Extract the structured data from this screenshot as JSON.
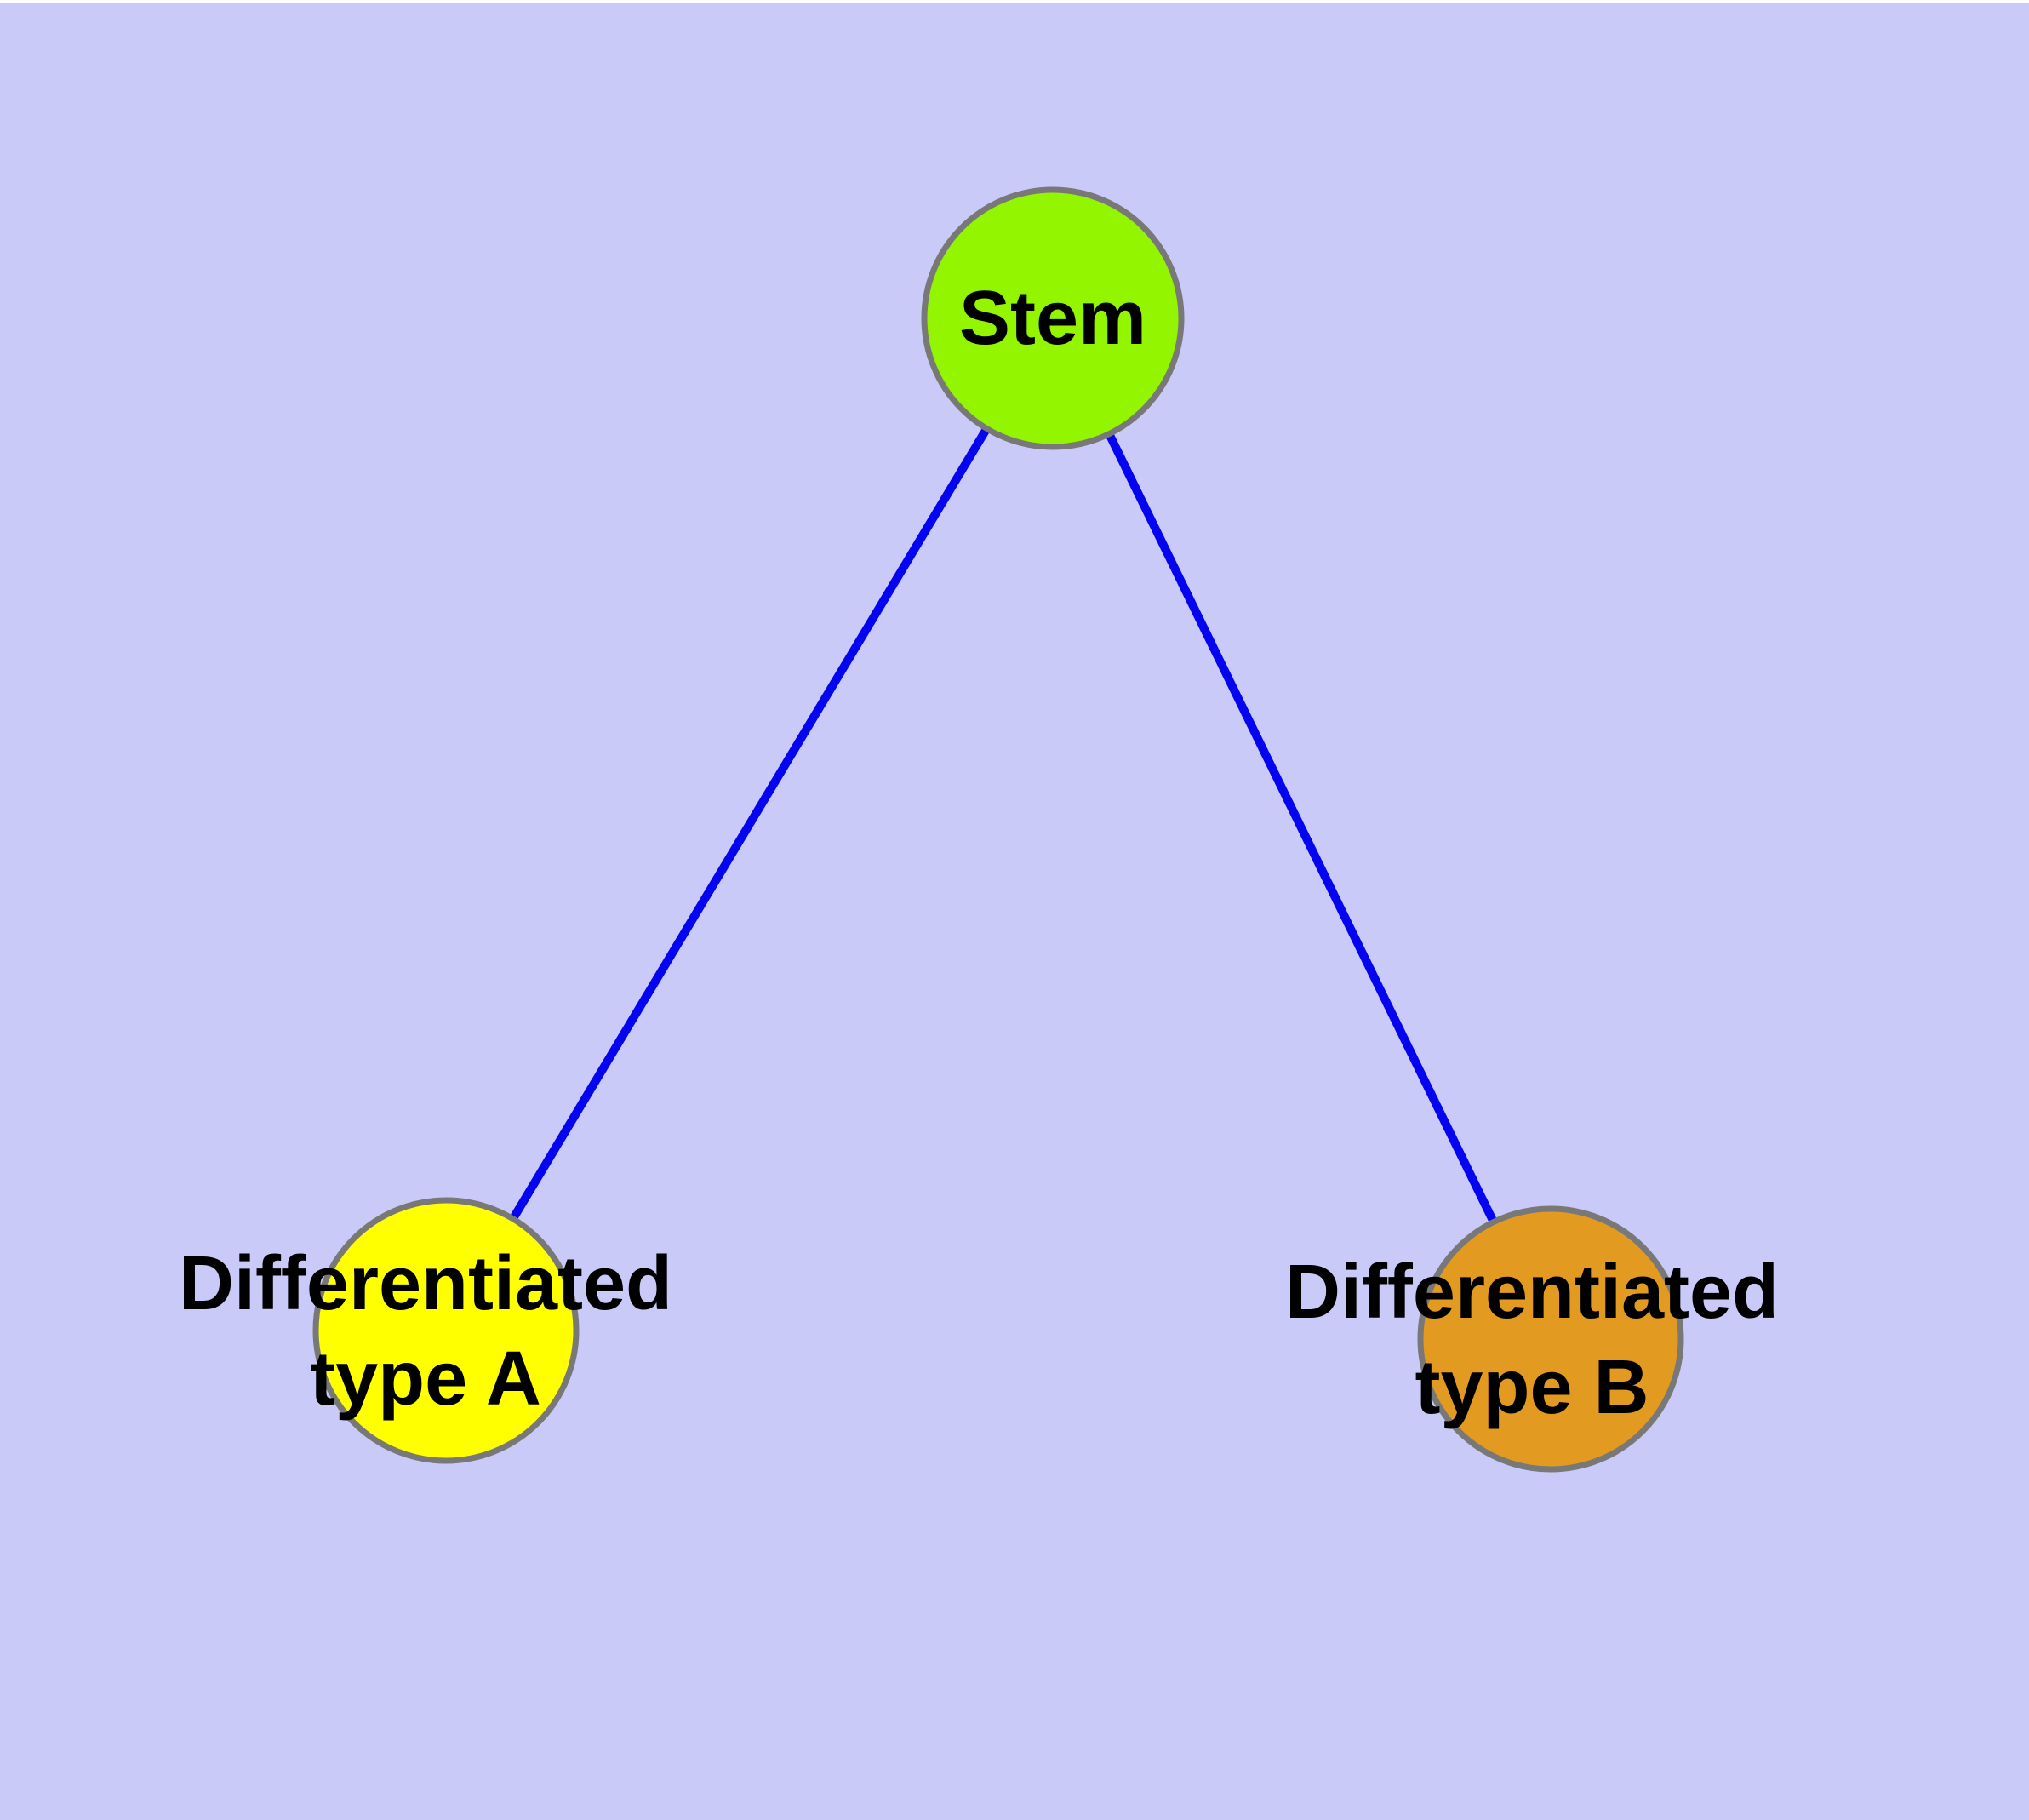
{
  "diagram": {
    "type": "graph",
    "description": "Stem cell differentiation graph with one parent node and two child nodes",
    "colors": {
      "background": "#cacaf9",
      "top_strip": "#ffffff",
      "edge": "#0404f0",
      "node_border": "#787878",
      "label_text": "#000000"
    },
    "nodes": [
      {
        "id": "stem",
        "label": "Stem",
        "label_line1": "Stem",
        "label_line2": "",
        "fill": "#93f500"
      },
      {
        "id": "differentiated-type-a",
        "label": "Differentiated type A",
        "label_line1": "Differentiated",
        "label_line2": "type A",
        "fill": "#ffff00"
      },
      {
        "id": "differentiated-type-b",
        "label": "Differentiated type B",
        "label_line1": "Differentiated",
        "label_line2": "type B",
        "fill": "#e39a20"
      }
    ],
    "edges": [
      {
        "from": "Stem",
        "to": "Differentiated type A"
      },
      {
        "from": "Stem",
        "to": "Differentiated type B"
      }
    ]
  }
}
